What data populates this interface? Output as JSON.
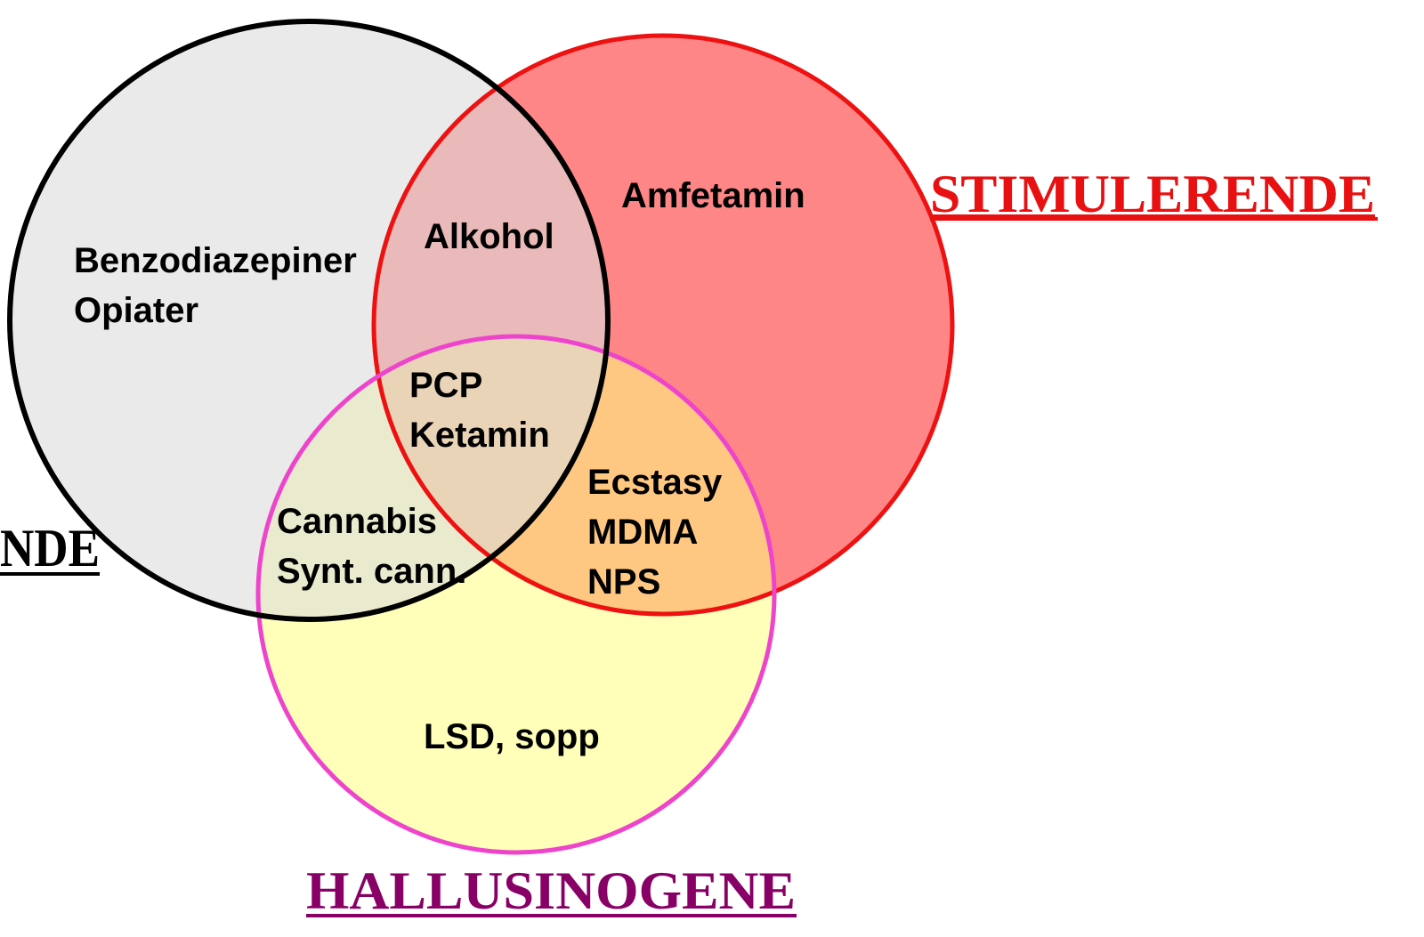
{
  "colors": {
    "depressant_fill": "#dcdcdc",
    "depressant_stroke": "#000000",
    "stimulant_fill": "#ff7f7f",
    "stimulant_stroke": "#ee1111",
    "hallucinogen_fill": "#ffff80",
    "hallucinogen_stroke": "#ee44cc",
    "stimulant_title": "#e81010",
    "hallucinogen_title": "#880066",
    "depressant_title": "#000000"
  },
  "categories": {
    "depressant": "NDE",
    "stimulant": "STIMULERENDE",
    "hallucinogen": "HALLUSINOGENE"
  },
  "regions": {
    "depressant_only": [
      "Benzodiazepiner",
      "Opiater"
    ],
    "stimulant_only": [
      "Amfetamin"
    ],
    "hallucinogen_only": [
      "LSD, sopp"
    ],
    "depressant_stimulant": [
      "Alkohol"
    ],
    "depressant_hallucinogen": [
      "Cannabis",
      "Synt. cann."
    ],
    "stimulant_hallucinogen": [
      "Ecstasy",
      "MDMA",
      "NPS"
    ],
    "all_three": [
      "PCP",
      "Ketamin"
    ]
  }
}
